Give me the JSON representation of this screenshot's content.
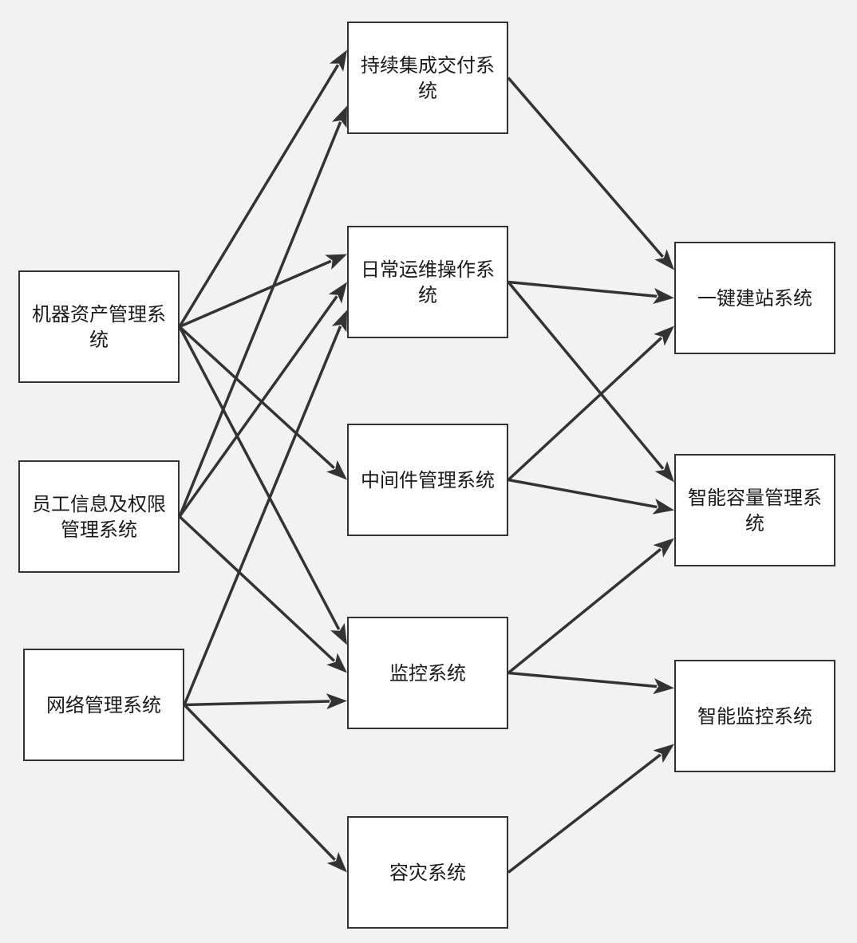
{
  "diagram": {
    "nodes": {
      "jiqi": "机器资产管理系统",
      "yuangong": "员工信息及权限管理系统",
      "wangluo": "网络管理系统",
      "chixu": "持续集成交付系统",
      "richang": "日常运维操作系统",
      "zhongjian": "中间件管理系统",
      "jiankong": "监控系统",
      "rongzai": "容灾系统",
      "yijian": "一键建站系统",
      "rongliang": "智能容量管理系统",
      "zhineng": "智能监控系统"
    },
    "edges": [
      [
        "jiqi",
        "chixu"
      ],
      [
        "jiqi",
        "richang"
      ],
      [
        "jiqi",
        "zhongjian"
      ],
      [
        "jiqi",
        "jiankong"
      ],
      [
        "yuangong",
        "chixu"
      ],
      [
        "yuangong",
        "richang"
      ],
      [
        "yuangong",
        "jiankong"
      ],
      [
        "wangluo",
        "richang"
      ],
      [
        "wangluo",
        "jiankong"
      ],
      [
        "wangluo",
        "rongzai"
      ],
      [
        "chixu",
        "yijian"
      ],
      [
        "richang",
        "yijian"
      ],
      [
        "richang",
        "rongliang"
      ],
      [
        "zhongjian",
        "yijian"
      ],
      [
        "zhongjian",
        "rongliang"
      ],
      [
        "jiankong",
        "rongliang"
      ],
      [
        "jiankong",
        "zhineng"
      ],
      [
        "rongzai",
        "zhineng"
      ]
    ],
    "colors": {
      "background": "#f2f2f2",
      "box_fill": "#ffffff",
      "stroke": "#333333"
    }
  }
}
